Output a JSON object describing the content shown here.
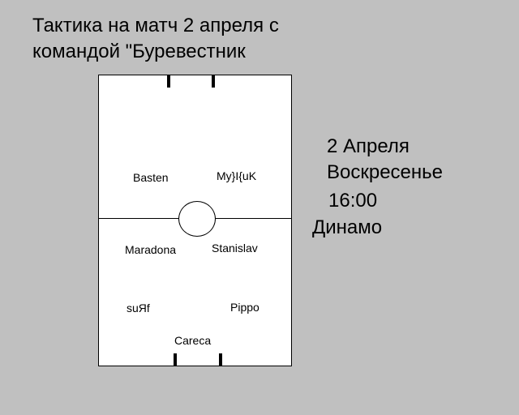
{
  "title": {
    "line1": "Тактика на матч 2 апреля с",
    "line2": "командой \"Буревестник"
  },
  "match_info": {
    "date": "2 Апреля",
    "day": "Воскресенье",
    "time": "16:00",
    "team": "Динамо"
  },
  "players": {
    "forward_left": "Basten",
    "forward_right": "My}I{uK",
    "mid_left": "Maradona",
    "mid_right": "Stanislav",
    "def_left": "suЯf",
    "def_right": "Pippo",
    "goalkeeper": "Careca"
  }
}
